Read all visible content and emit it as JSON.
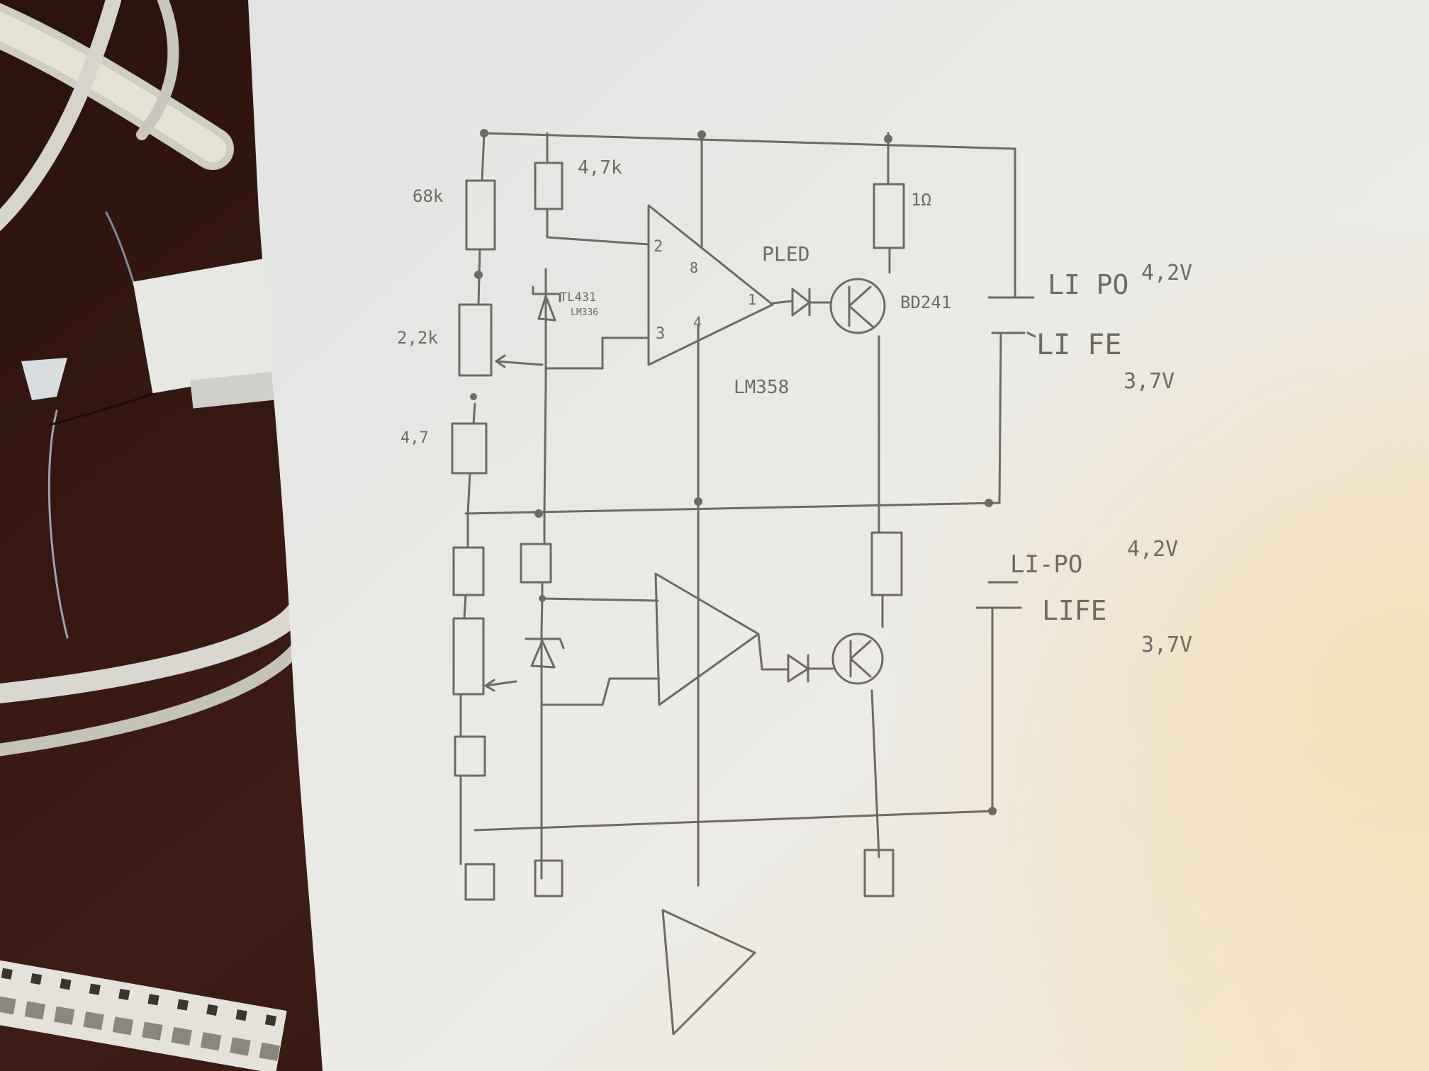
{
  "scene": {
    "colors": {
      "desk": "#3a1c14",
      "paper": "#e9e8e4",
      "paper_warm": "#f2e6d2",
      "pencil": "#6f6a62",
      "cable": "#d8d6cf"
    }
  },
  "labels": {
    "r_top_left": "68k",
    "r_top_mid": "4,7k",
    "r_top_right": "1Ω",
    "pot_top": "2,2k",
    "r_mid_left": "4,7",
    "ref_chip": "TL431",
    "ref_chip_sub": "LM336",
    "led_top": "PLED",
    "transistor_top": "BD241",
    "opamp_top": "LM358",
    "pin_2": "2",
    "pin_8": "8",
    "pin_1": "1",
    "pin_3": "3",
    "pin_4": "4",
    "batt_top_1_name": "LI PO",
    "batt_top_1_v": "4,2V",
    "batt_top_2_name": "LI FE",
    "batt_top_2_v": "3,7V",
    "batt_bot_1_name": "LI-PO",
    "batt_bot_1_v": "4,2V",
    "batt_bot_2_name": "LIFE",
    "batt_bot_2_v": "3,7V"
  }
}
